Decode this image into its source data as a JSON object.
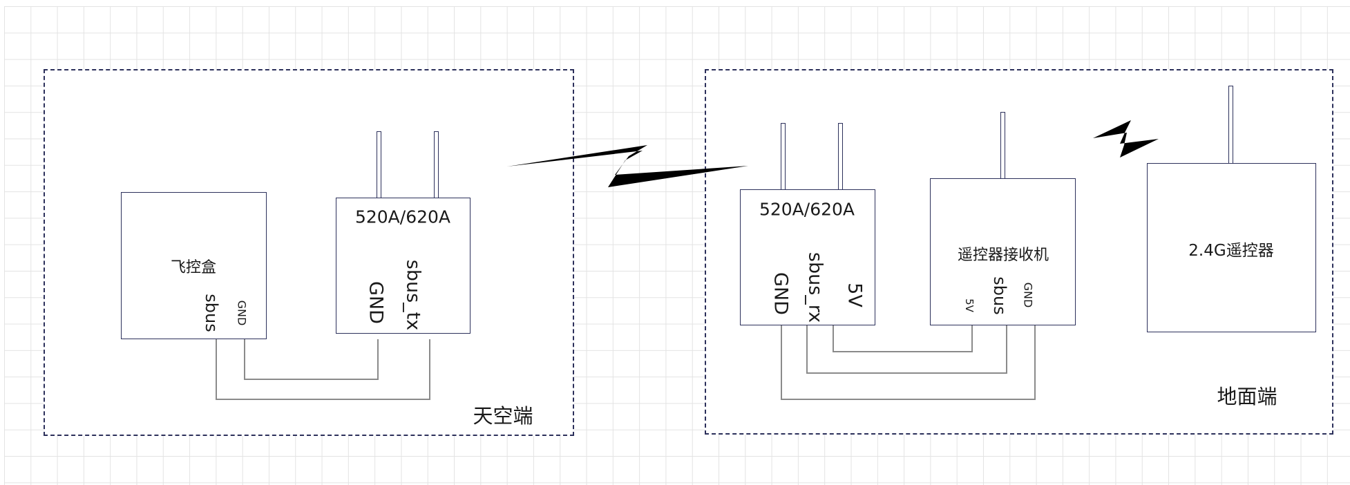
{
  "diagram": {
    "air_side": {
      "label": "天空端",
      "flight_controller": {
        "name": "飞控盒",
        "pins": [
          "sbus",
          "GND"
        ]
      },
      "radio_module": {
        "name": "520A/620A",
        "pins": [
          "GND",
          "sbus_tx"
        ]
      },
      "connections": [
        {
          "from": "飞控盒.sbus",
          "to": "520A/620A.sbus_tx"
        },
        {
          "from": "飞控盒.GND",
          "to": "520A/620A.GND"
        }
      ]
    },
    "ground_side": {
      "label": "地面端",
      "radio_module": {
        "name": "520A/620A",
        "pins": [
          "GND",
          "sbus_rx",
          "5V"
        ]
      },
      "receiver": {
        "name": "遥控器接收机",
        "pins": [
          "5V",
          "sbus",
          "GND"
        ]
      },
      "remote_controller": {
        "name": "2.4G遥控器"
      },
      "connections": [
        {
          "from": "520A/620A.5V",
          "to": "遥控器接收机.5V"
        },
        {
          "from": "520A/620A.sbus_rx",
          "to": "遥控器接收机.sbus"
        },
        {
          "from": "520A/620A.GND",
          "to": "遥控器接收机.GND"
        }
      ]
    },
    "wireless_links": [
      {
        "between": "air 520A/620A ↔ ground 520A/620A"
      },
      {
        "between": "2.4G遥控器 ↔ 遥控器接收机"
      }
    ],
    "colors": {
      "outline": "#2b2f5a",
      "wire": "#8a8a8a",
      "bolt": "#000000",
      "grid": "#e3e3e3"
    }
  }
}
